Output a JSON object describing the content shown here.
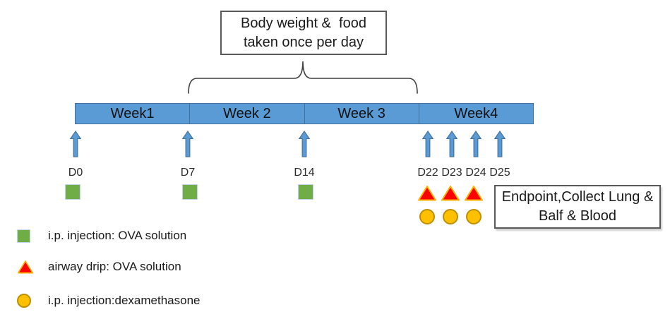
{
  "note_box": {
    "line1": "Body weight &  food",
    "line2": "taken once per day"
  },
  "timeline": {
    "weeks": [
      "Week1",
      "Week 2",
      "Week 3",
      "Week4"
    ]
  },
  "events": [
    {
      "day": "D0",
      "markers": [
        "ova-ip-injection"
      ]
    },
    {
      "day": "D7",
      "markers": [
        "ova-ip-injection"
      ]
    },
    {
      "day": "D14",
      "markers": [
        "ova-ip-injection"
      ]
    },
    {
      "day": "D22",
      "markers": [
        "ova-airway-drip",
        "dexamethasone-ip-injection"
      ]
    },
    {
      "day": "D23",
      "markers": [
        "ova-airway-drip",
        "dexamethasone-ip-injection"
      ]
    },
    {
      "day": "D24",
      "markers": [
        "ova-airway-drip",
        "dexamethasone-ip-injection"
      ]
    },
    {
      "day": "D25",
      "markers": []
    }
  ],
  "endpoint_box": {
    "line1": "Endpoint,Collect Lung &",
    "line2": "Balf & Blood"
  },
  "legend": [
    {
      "icon": "green-square-icon",
      "label": "i.p. injection: OVA solution"
    },
    {
      "icon": "red-triangle-icon",
      "label": "airway drip: OVA solution"
    },
    {
      "icon": "yellow-circle-icon",
      "label": "i.p. injection:dexamethasone"
    }
  ],
  "colors": {
    "bar_fill": "#5b9bd5",
    "bar_border": "#41719c",
    "arrow_fill": "#5b9bd5",
    "arrow_border": "#41719c",
    "green_square": "#70ad47",
    "triangle_fill": "#fe0000",
    "triangle_border": "#ffb300",
    "circle_fill": "#ffc000",
    "circle_border": "#bf8f00",
    "box_border": "#595959",
    "brace": "#3f3f3f"
  }
}
